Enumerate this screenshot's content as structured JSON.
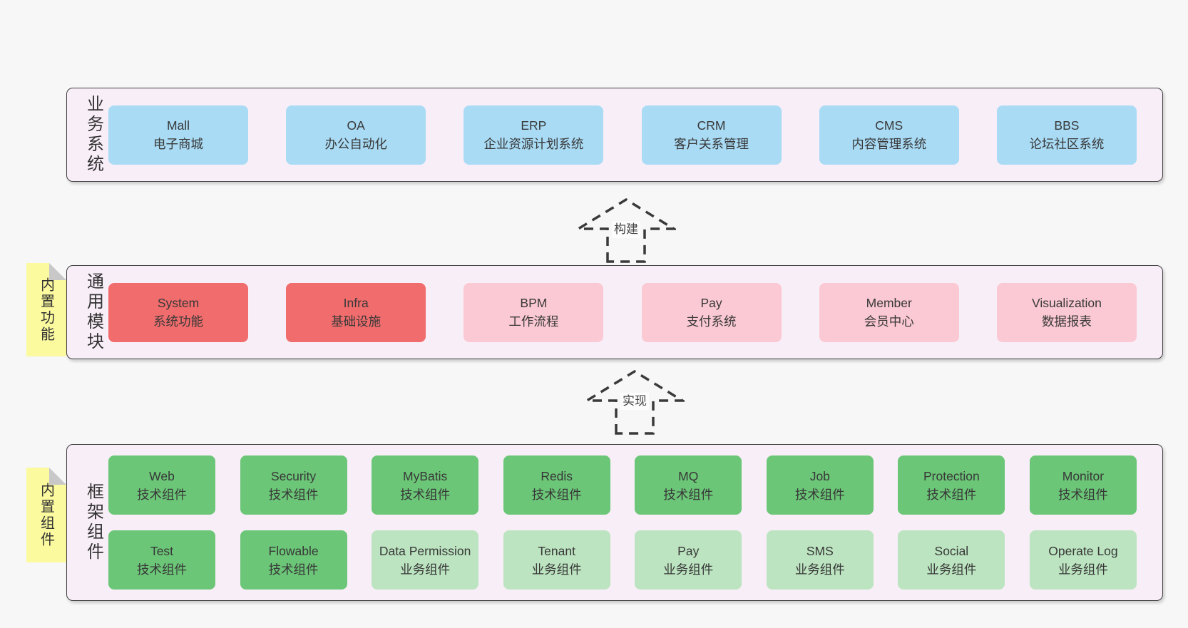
{
  "page": {
    "background": "#f7f7f7"
  },
  "colors": {
    "band_background": "#f8eef7",
    "band_border": "#404040",
    "business_box": "#a9dbf5",
    "core_module_box": "#f16c6c",
    "extension_module_box": "#fbc9d3",
    "tech_component_box": "#6bc677",
    "biz_component_box": "#bce4c0",
    "sticky_tag": "#fbfa9e",
    "text": "#383838"
  },
  "business_band": {
    "label": "业务系统",
    "boxes": [
      {
        "name": "Mall",
        "desc": "电子商城"
      },
      {
        "name": "OA",
        "desc": "办公自动化"
      },
      {
        "name": "ERP",
        "desc": "企业资源计划系统"
      },
      {
        "name": "CRM",
        "desc": "客户关系管理"
      },
      {
        "name": "CMS",
        "desc": "内容管理系统"
      },
      {
        "name": "BBS",
        "desc": "论坛社区系统"
      }
    ]
  },
  "build_arrow": {
    "label": "构建"
  },
  "modules_band": {
    "label": "通用模块",
    "tag": "内置功能",
    "boxes": [
      {
        "name": "System",
        "desc": "系统功能"
      },
      {
        "name": "Infra",
        "desc": "基础设施"
      },
      {
        "name": "BPM",
        "desc": "工作流程"
      },
      {
        "name": "Pay",
        "desc": "支付系统"
      },
      {
        "name": "Member",
        "desc": "会员中心"
      },
      {
        "name": "Visualization",
        "desc": "数据报表"
      }
    ]
  },
  "implement_arrow": {
    "label": "实现"
  },
  "components_band": {
    "label": "框架组件",
    "tag": "内置组件",
    "row1": [
      {
        "name": "Web",
        "desc": "技术组件"
      },
      {
        "name": "Security",
        "desc": "技术组件"
      },
      {
        "name": "MyBatis",
        "desc": "技术组件"
      },
      {
        "name": "Redis",
        "desc": "技术组件"
      },
      {
        "name": "MQ",
        "desc": "技术组件"
      },
      {
        "name": "Job",
        "desc": "技术组件"
      },
      {
        "name": "Protection",
        "desc": "技术组件"
      },
      {
        "name": "Monitor",
        "desc": "技术组件"
      }
    ],
    "row2": [
      {
        "name": "Test",
        "desc": "技术组件"
      },
      {
        "name": "Flowable",
        "desc": "技术组件"
      },
      {
        "name": "Data Permission",
        "desc": "业务组件"
      },
      {
        "name": "Tenant",
        "desc": "业务组件"
      },
      {
        "name": "Pay",
        "desc": "业务组件"
      },
      {
        "name": "SMS",
        "desc": "业务组件"
      },
      {
        "name": "Social",
        "desc": "业务组件"
      },
      {
        "name": "Operate Log",
        "desc": "业务组件"
      }
    ]
  }
}
